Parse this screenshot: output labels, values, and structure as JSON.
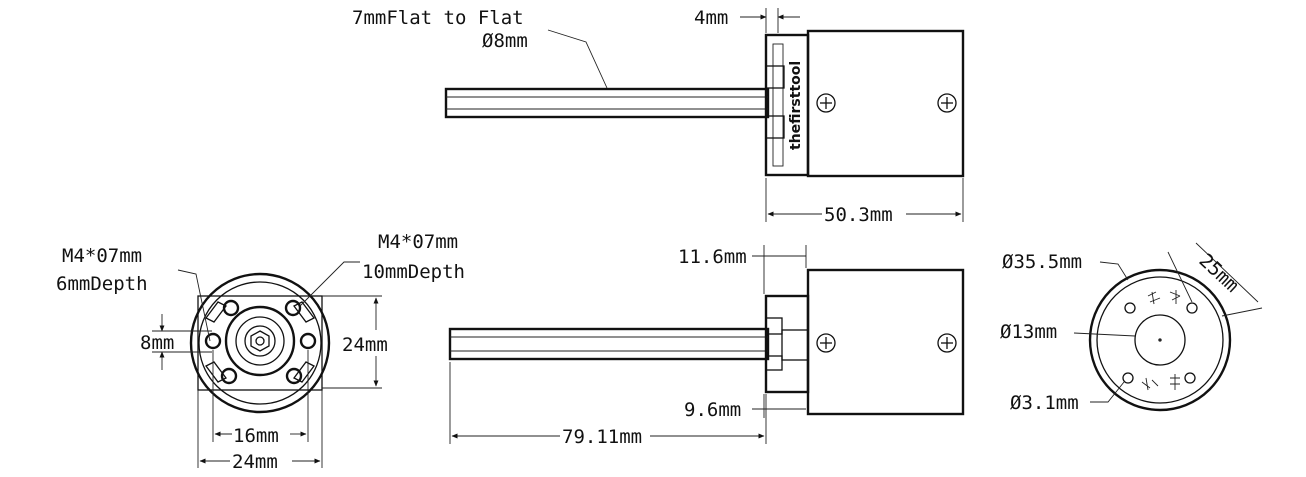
{
  "side_top": {
    "flat_label": "7mmFlat to Flat",
    "diameter_label": "Ø8mm",
    "step_label": "4mm",
    "body_length": "50.3mm",
    "brand_text": "thefirsttool"
  },
  "side_bottom": {
    "top_offset": "11.6mm",
    "bottom_offset": "9.6mm",
    "shaft_length": "79.11mm"
  },
  "front_view": {
    "left_hole": "M4*07mm",
    "left_depth": "6mmDepth",
    "right_hole": "M4*07mm",
    "right_depth": "10mmDepth",
    "height_small": "8mm",
    "height_large": "24mm",
    "width_small": "16mm",
    "width_large": "24mm"
  },
  "rear_view": {
    "outer_diameter": "Ø35.5mm",
    "pitch": "25mm",
    "center_diameter": "Ø13mm",
    "hole_diameter": "Ø3.1mm"
  }
}
